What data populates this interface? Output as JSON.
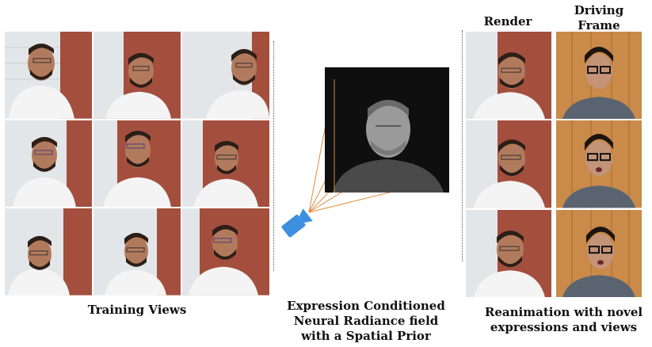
{
  "labels": {
    "training_views": "Training Views",
    "center_line1": "Expression Conditioned",
    "center_line2": "Neural Radiance field",
    "center_line3": "with a Spatial Prior",
    "right_line1": "Reanimation with novel",
    "right_line2": "expressions and views",
    "render": "Render",
    "driving_line1": "Driving",
    "driving_line2": "Frame"
  },
  "colors": {
    "ray": "#e08a3c",
    "camera": "#3d8fe0",
    "brick": "#a8503e",
    "siding": "#e7ebee",
    "wood": "#c98a4a"
  }
}
